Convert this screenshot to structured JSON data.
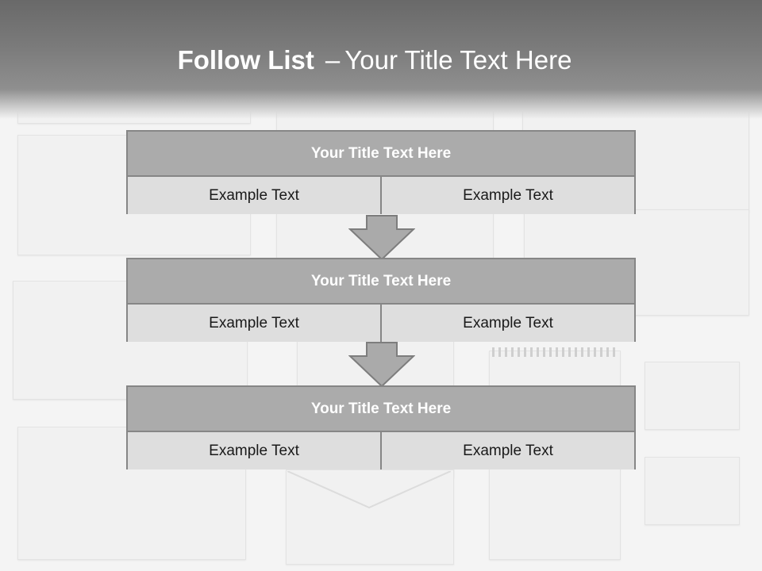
{
  "slide": {
    "title_bold": "Follow List",
    "title_separator": "–",
    "title_rest": "Your Title Text Here"
  },
  "blocks": [
    {
      "heading": "Your Title Text Here",
      "left_text": "Example Text",
      "right_text": "Example Text"
    },
    {
      "heading": "Your Title Text Here",
      "left_text": "Example Text",
      "right_text": "Example Text"
    },
    {
      "heading": "Your Title Text Here",
      "left_text": "Example Text",
      "right_text": "Example Text"
    }
  ],
  "colors": {
    "header_gray": "#6e6e6e",
    "block_heading_fill": "#ababab",
    "block_row_fill": "#dedede",
    "border_gray": "#868686",
    "arrow_fill": "#aaaaaa"
  },
  "icons": [
    "down-arrow-icon",
    "down-arrow-icon"
  ]
}
